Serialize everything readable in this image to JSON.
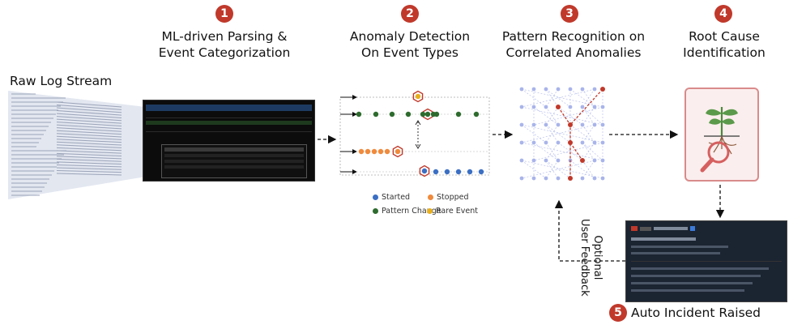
{
  "steps": [
    {
      "num": "1",
      "line1": "ML-driven Parsing &",
      "line2": "Event Categorization"
    },
    {
      "num": "2",
      "line1": "Anomaly Detection",
      "line2": "On Event Types"
    },
    {
      "num": "3",
      "line1": "Pattern Recognition on",
      "line2": "Correlated Anomalies"
    },
    {
      "num": "4",
      "line1": "Root Cause",
      "line2": "Identification"
    },
    {
      "num": "5",
      "line1": "Auto Incident Raised"
    }
  ],
  "raw_log_label": "Raw Log Stream",
  "feedback": {
    "line1": "Optional",
    "line2": "User Feedback"
  },
  "legend": {
    "started": "Started",
    "stopped": "Stopped",
    "pattern_change": "Pattern Change",
    "rare_event": "Rare Event"
  },
  "colors": {
    "accent": "#c0392b",
    "started": "#3b6fc4",
    "stopped": "#f08a3c",
    "pattern_change": "#2e6b2e",
    "rare_event": "#e8b020",
    "network_node": "#a9b4ea",
    "anomaly": "#c0392b"
  },
  "icons": [
    "plant-root-icon",
    "magnifier-icon"
  ]
}
